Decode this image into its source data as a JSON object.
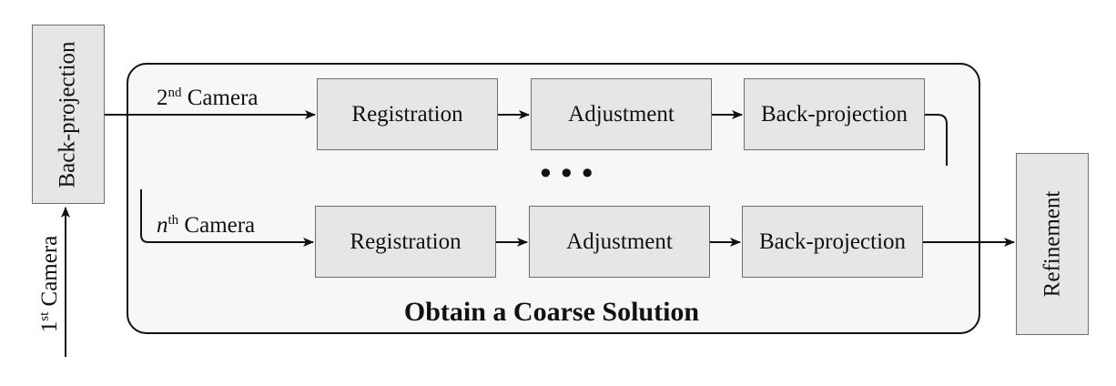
{
  "diagram": {
    "title": "Obtain a Coarse Solution",
    "left_box": "Back-projection",
    "first_camera": {
      "prefix": "1",
      "sup": "st",
      "suffix": " Camera"
    },
    "row1": {
      "camera": {
        "prefix": "2",
        "sup": "nd",
        "suffix": " Camera"
      },
      "steps": [
        "Registration",
        "Adjustment",
        "Back-projection"
      ]
    },
    "row2": {
      "camera": {
        "prefix": "n",
        "sup": "th",
        "suffix": " Camera"
      },
      "steps": [
        "Registration",
        "Adjustment",
        "Back-projection"
      ]
    },
    "ellipsis": "•••",
    "right_box": "Refinement"
  }
}
